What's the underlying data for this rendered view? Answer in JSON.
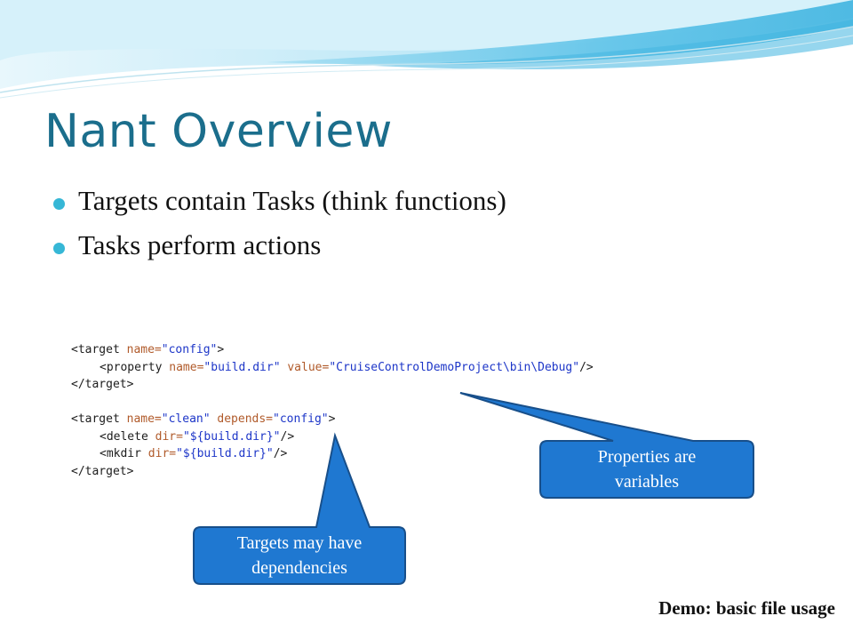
{
  "slide": {
    "title": "Nant Overview",
    "bullets": [
      "Targets contain Tasks (think functions)",
      "Tasks perform actions"
    ],
    "footer": "Demo: basic file usage"
  },
  "code": {
    "t1_open_a": "<target ",
    "t1_open_attr": "name=",
    "t1_open_val": "\"config\"",
    "t1_open_end": ">",
    "prop_a": "<property ",
    "prop_attr1": "name=",
    "prop_val1": "\"build.dir\"",
    "prop_attr2": " value=",
    "prop_val2": "\"CruiseControlDemoProject\\bin\\Debug\"",
    "prop_end": "/>",
    "t1_close": "</target>",
    "t2_open_a": "<target ",
    "t2_attr1": "name=",
    "t2_val1": "\"clean\"",
    "t2_attr2": " depends=",
    "t2_val2": "\"config\"",
    "t2_end": ">",
    "del_a": "<delete ",
    "del_attr": "dir=",
    "del_val": "\"${build.dir}\"",
    "del_end": "/>",
    "mk_a": "<mkdir ",
    "mk_attr": "dir=",
    "mk_val": "\"${build.dir}\"",
    "mk_end": "/>",
    "t2_close": "</target>"
  },
  "callouts": {
    "properties": {
      "line1": "Properties are",
      "line2": "variables"
    },
    "targets": {
      "line1": "Targets may have",
      "line2": "dependencies"
    }
  },
  "colors": {
    "title": "#1b6e8c",
    "bullet": "#36b7d6",
    "callout_fill": "#1f78d1",
    "callout_stroke": "#184f8a",
    "wave_light": "#cfeef9",
    "wave_mid": "#7fd0ee"
  }
}
